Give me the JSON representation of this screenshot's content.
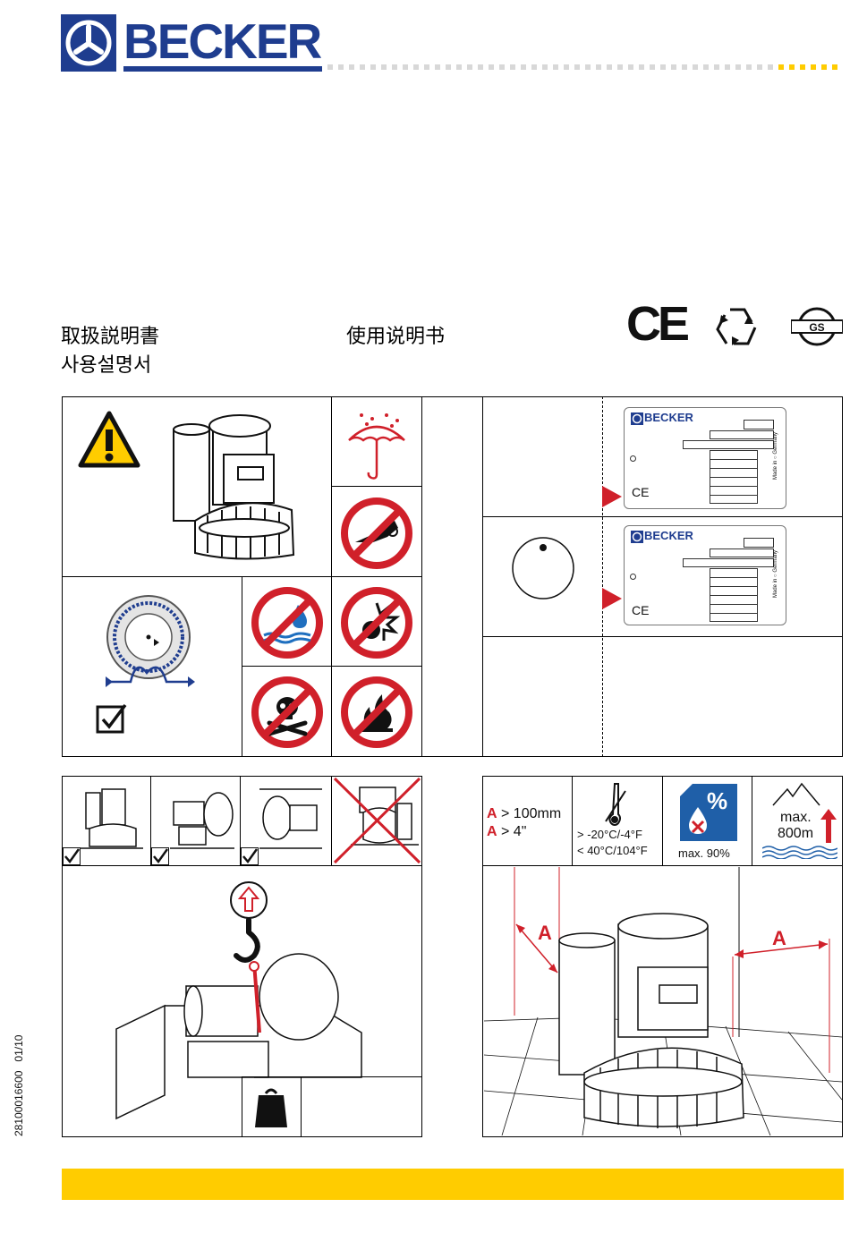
{
  "brand": {
    "name": "BECKER"
  },
  "titles": {
    "ja": "取扱説明書",
    "ko": "사용설명서",
    "zh": "使用说明书"
  },
  "marks": {
    "ce": "CE",
    "nameplate_brand": "BECKER",
    "made_in": "Made in",
    "germany": "Germany",
    "ce_small": "CE"
  },
  "install": {
    "clearance_line1_label": "A",
    "clearance_line1_value": "> 100mm",
    "clearance_line2_label": "A",
    "clearance_line2_value": "> 4\"",
    "temp_min": "> -20°C/-4°F",
    "temp_max": "< 40°C/104°F",
    "humidity_symbol": "%",
    "humidity": "max. 90%",
    "altitude_line1": "max.",
    "altitude_line2": "800m",
    "dimension_label_left": "A",
    "dimension_label_right": "A"
  },
  "footer": {
    "doc_number": "28100016600",
    "date_code": "01/10"
  },
  "colors": {
    "brand_blue": "#1f3d8f",
    "accent_yellow": "#ffcc00",
    "prohibit_red": "#d0202a"
  }
}
